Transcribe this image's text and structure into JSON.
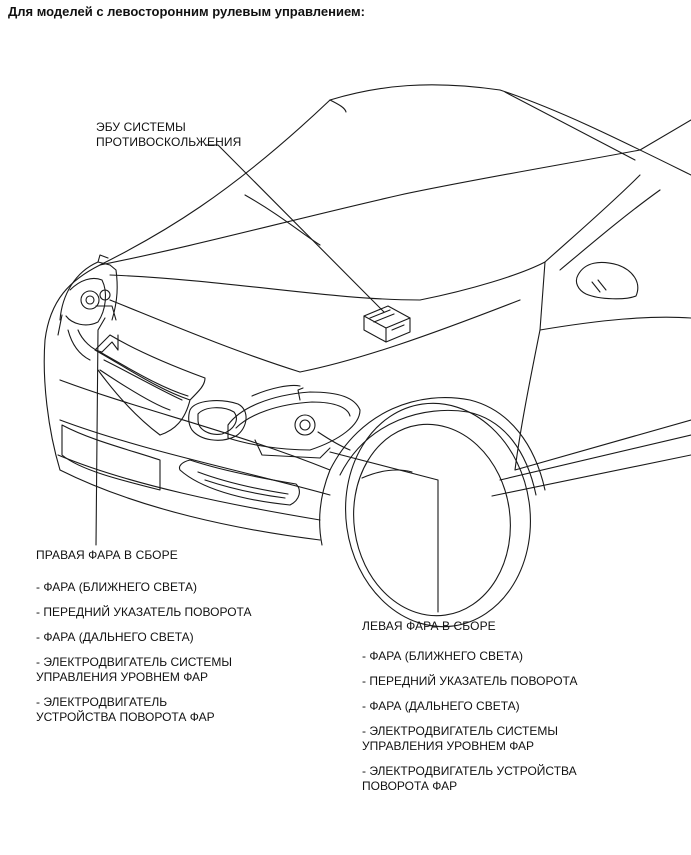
{
  "header": {
    "title": "Для моделей с левосторонним рулевым управлением:"
  },
  "labels": {
    "abs_ecu": "ЭБУ СИСТЕМЫ\nПРОТИВОСКОЛЬЖЕНИЯ"
  },
  "right_headlight": {
    "title": "ПРАВАЯ ФАРА В СБОРЕ",
    "items": [
      "- ФАРА (БЛИЖНЕГО СВЕТА)",
      "- ПЕРЕДНИЙ УКАЗАТЕЛЬ ПОВОРОТА",
      "- ФАРА (ДАЛЬНЕГО СВЕТА)",
      "- ЭЛЕКТРОДВИГАТЕЛЬ СИСТЕМЫ\nУПРАВЛЕНИЯ УРОВНЕМ ФАР",
      "- ЭЛЕКТРОДВИГАТЕЛЬ\nУСТРОЙСТВА ПОВОРОТА ФАР"
    ]
  },
  "left_headlight": {
    "title": "ЛЕВАЯ ФАРА В СБОРЕ",
    "items": [
      "- ФАРА (БЛИЖНЕГО СВЕТА)",
      "- ПЕРЕДНИЙ УКАЗАТЕЛЬ ПОВОРОТА",
      "- ФАРА (ДАЛЬНЕГО СВЕТА)",
      "- ЭЛЕКТРОДВИГАТЕЛЬ СИСТЕМЫ\nУПРАВЛЕНИЯ УРОВНЕМ ФАР",
      "- ЭЛЕКТРОДВИГАТЕЛЬ УСТРОЙСТВА\nПОВОРОТА ФАР"
    ]
  },
  "colors": {
    "line": "#1a1a1a",
    "text": "#111111",
    "background": "#ffffff"
  }
}
